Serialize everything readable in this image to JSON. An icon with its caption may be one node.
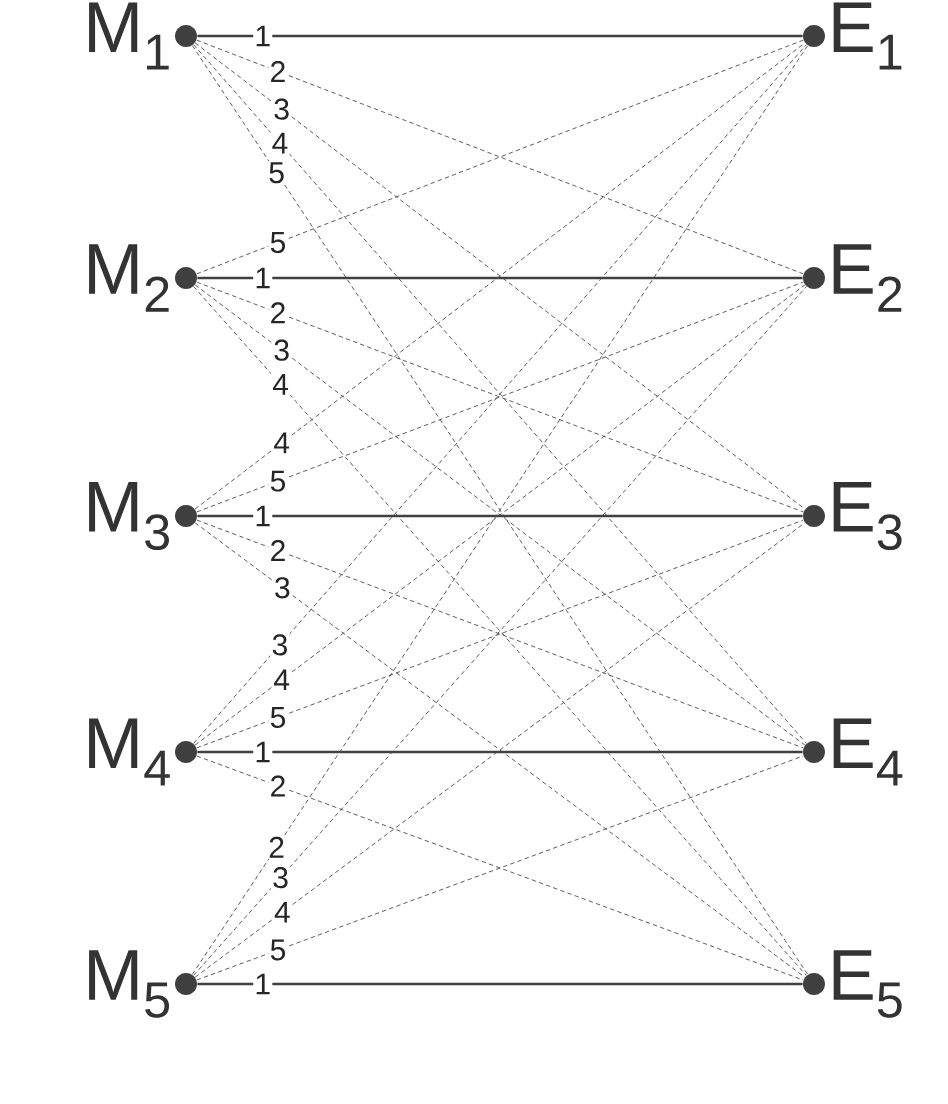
{
  "diagram": {
    "nodes": [
      {
        "text": [
          "M$_{1}$"
        ]
      },
      {
        "text": [
          "M$_{2}$"
        ]
      },
      {
        "text": [
          "M$_{3}$"
        ]
      },
      {
        "text": [
          "M$_{4}$"
        ]
      },
      {
        "text": [
          "M$_{5}$"
        ]
      },
      {
        "text": [
          "E$_{1}$"
        ]
      },
      {
        "text": [
          "E$_{2}$"
        ]
      },
      {
        "text": [
          "E$_{3}$"
        ]
      },
      {
        "text": [
          "E$_{4}$"
        ]
      },
      {
        "text": [
          "E$_{5}$"
        ]
      }
    ],
    "edges": [
      {
        "from": 0,
        "to": 5,
        "arrow": "none",
        "label": "1"
      },
      {
        "from": 0,
        "to": 6,
        "arrow": "none",
        "label": "2",
        "style": "dashed"
      },
      {
        "from": 0,
        "to": 7,
        "arrow": "none",
        "label": "3",
        "style": "dashed"
      },
      {
        "from": 0,
        "to": 8,
        "arrow": "none",
        "label": "4",
        "style": "dashed"
      },
      {
        "from": 0,
        "to": 9,
        "arrow": "none",
        "label": "5",
        "style": "dashed"
      },
      {
        "from": 1,
        "to": 5,
        "arrow": "none",
        "label": "5",
        "style": "dashed"
      },
      {
        "from": 1,
        "to": 6,
        "arrow": "none",
        "label": "1"
      },
      {
        "from": 1,
        "to": 7,
        "arrow": "none",
        "label": "2",
        "style": "dashed"
      },
      {
        "from": 1,
        "to": 8,
        "arrow": "none",
        "label": "3",
        "style": "dashed"
      },
      {
        "from": 1,
        "to": 9,
        "arrow": "none",
        "label": "4",
        "style": "dashed"
      },
      {
        "from": 2,
        "to": 5,
        "arrow": "none",
        "label": "4",
        "style": "dashed"
      },
      {
        "from": 2,
        "to": 6,
        "arrow": "none",
        "label": "5",
        "style": "dashed"
      },
      {
        "from": 2,
        "to": 7,
        "arrow": "none",
        "label": "1"
      },
      {
        "from": 2,
        "to": 8,
        "arrow": "none",
        "label": "2",
        "style": "dashed"
      },
      {
        "from": 2,
        "to": 9,
        "arrow": "none",
        "label": "3",
        "style": "dashed"
      },
      {
        "from": 3,
        "to": 5,
        "arrow": "none",
        "label": "3",
        "style": "dashed"
      },
      {
        "from": 3,
        "to": 6,
        "arrow": "none",
        "label": "4",
        "style": "dashed"
      },
      {
        "from": 3,
        "to": 7,
        "arrow": "none",
        "label": "5",
        "style": "dashed"
      },
      {
        "from": 3,
        "to": 8,
        "arrow": "none",
        "label": "1"
      },
      {
        "from": 3,
        "to": 9,
        "arrow": "none",
        "label": "2",
        "style": "dashed"
      },
      {
        "from": 4,
        "to": 5,
        "arrow": "none",
        "label": "2",
        "style": "dashed"
      },
      {
        "from": 4,
        "to": 6,
        "arrow": "none",
        "label": "3",
        "style": "dashed"
      },
      {
        "from": 4,
        "to": 7,
        "arrow": "none",
        "label": "4",
        "style": "dashed"
      },
      {
        "from": 4,
        "to": 8,
        "arrow": "none",
        "label": "5",
        "style": "dashed"
      },
      {
        "from": 4,
        "to": 9,
        "arrow": "none",
        "label": "1"
      }
    ]
  }
}
